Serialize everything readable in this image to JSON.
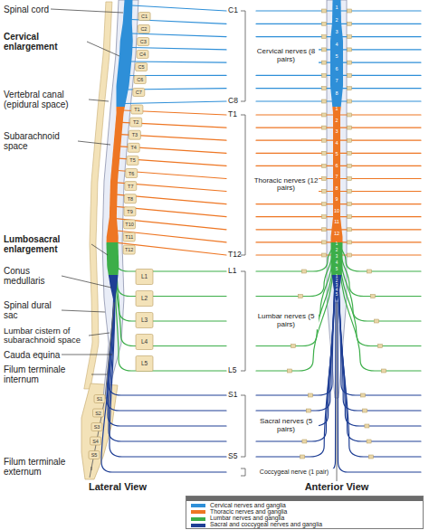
{
  "diagram": {
    "labels": [
      "Spinal cord",
      "Cervical enlargement",
      "Vertebral canal (epidural space)",
      "Subarachnoid space",
      "Lumbosacral enlargement",
      "Conus medullaris",
      "Spinal dural sac",
      "Lumbar cistern of subarachnoid space",
      "Cauda equina",
      "Filum terminale internum",
      "Filum terminale externum",
      "C1",
      "C8",
      "T1",
      "T12",
      "L1",
      "L5",
      "S1",
      "S5",
      "Cervical nerves (8 pairs)",
      "Thoracic nerves (12 pairs)",
      "Lumbar nerves (5 pairs)",
      "Sacral nerves (5 pairs)",
      "Coccygeal nerve (1 pair)",
      "Lateral View",
      "Anterior View",
      "C1",
      "C2",
      "C3",
      "C4",
      "C5",
      "C6",
      "C7",
      "T1",
      "T2",
      "T3",
      "T4",
      "T5",
      "T6",
      "T7",
      "T8",
      "T9",
      "T10",
      "T11",
      "T12",
      "L1",
      "L2",
      "L3",
      "L4",
      "L5",
      "S1",
      "S2",
      "S3",
      "S4",
      "S5",
      "1",
      "2",
      "3",
      "4",
      "5",
      "6",
      "7",
      "8",
      "1",
      "2",
      "3",
      "4",
      "5",
      "6",
      "7",
      "8",
      "9",
      "10",
      "11",
      "12",
      "1",
      "2",
      "3",
      "4",
      "5",
      "1",
      "2",
      "3",
      "4",
      "5"
    ],
    "legend": [
      {
        "text": "Cervical nerves and ganglia",
        "color": "#2e8fd8"
      },
      {
        "text": "Thoracic nerves and ganglia",
        "color": "#ee7623"
      },
      {
        "text": "Lumbar nerves and ganglia",
        "color": "#3cae49"
      },
      {
        "text": "Sacral and coccygeal nerves and ganglia",
        "color": "#1f3f95"
      }
    ]
  }
}
